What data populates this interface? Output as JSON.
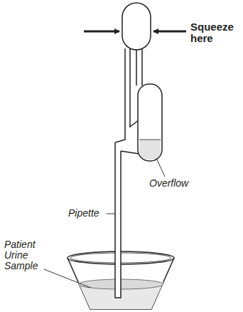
{
  "diagram": {
    "labels": [
      "Squeeze here",
      "Overflow",
      "Pipette",
      "Patient Urine Sample"
    ]
  }
}
